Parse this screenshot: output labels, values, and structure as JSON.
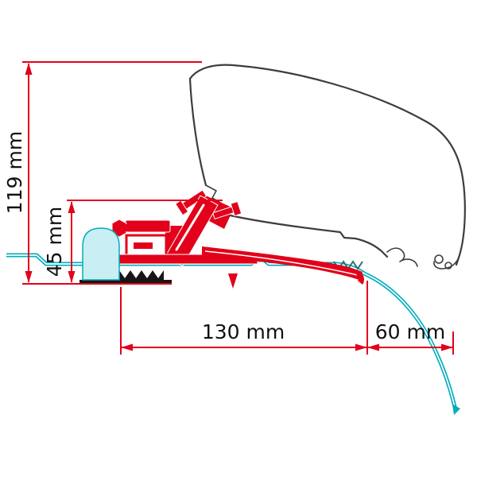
{
  "diagram": {
    "dimensions": {
      "total_height": "119 mm",
      "bracket_height": "45 mm",
      "bracket_span": "130 mm",
      "rail_drop": "60 mm"
    },
    "colors": {
      "dimension_red": "#e2001a",
      "bracket_red": "#e2001a",
      "rail_teal": "#00adbc",
      "rail_fill": "#c9eef4",
      "outline_gray": "#3d3d3d",
      "dark": "#161616",
      "label_black": "#111111",
      "background": "#ffffff"
    }
  }
}
